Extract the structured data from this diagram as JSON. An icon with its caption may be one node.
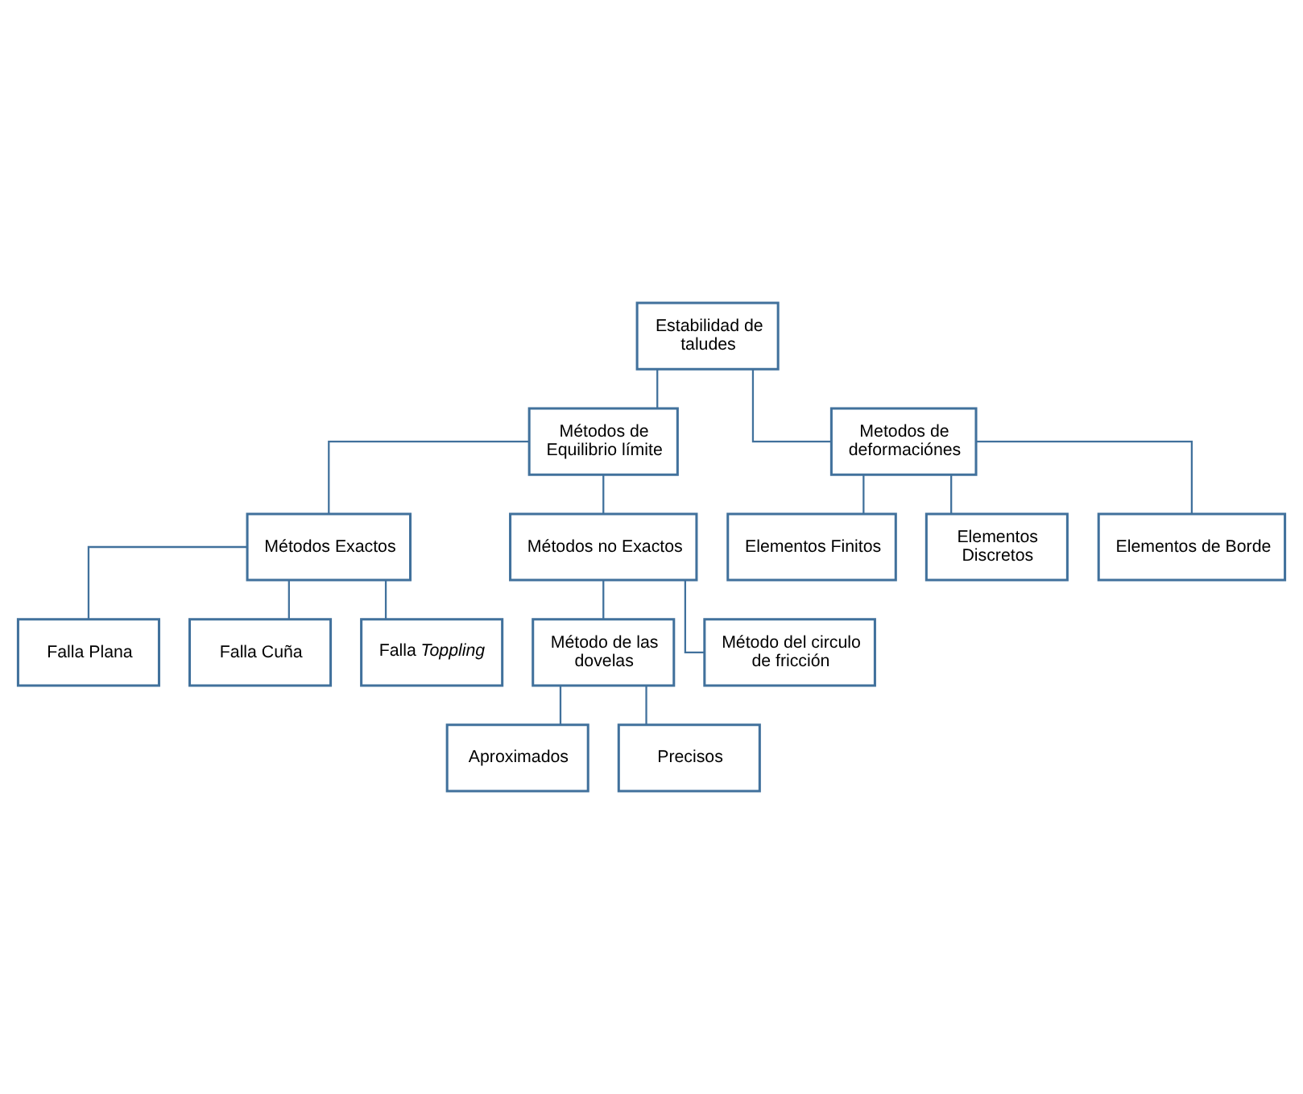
{
  "diagram": {
    "nodes": [
      {
        "text": [
          "Estabilidad de taludes"
        ]
      },
      {
        "text": [
          "Métodos de Equilibrio límite"
        ]
      },
      {
        "text": [
          "Metodos de deformaciónes"
        ]
      },
      {
        "text": [
          "Métodos Exactos"
        ]
      },
      {
        "text": [
          "Métodos no Exactos"
        ]
      },
      {
        "text": [
          "Falla Plana"
        ]
      },
      {
        "text": [
          "Falla Cuña"
        ]
      },
      {
        "text": [
          "Falla *Toppling*"
        ]
      },
      {
        "text": [
          "Método de las dovelas"
        ]
      },
      {
        "text": [
          "Método del circulo de fricción"
        ]
      },
      {
        "text": [
          "Aproximados"
        ]
      },
      {
        "text": [
          "Precisos"
        ]
      },
      {
        "text": [
          "Elementos Finitos"
        ]
      },
      {
        "text": [
          "Elementos Discretos"
        ]
      },
      {
        "text": [
          "Elementos de Borde"
        ]
      }
    ],
    "edges": [
      {
        "from": 0,
        "to": 1,
        "arrow": "none"
      },
      {
        "from": 0,
        "to": 2,
        "arrow": "none"
      },
      {
        "from": 1,
        "to": 3,
        "arrow": "none"
      },
      {
        "from": 1,
        "to": 4,
        "arrow": "none"
      },
      {
        "from": 3,
        "to": 5,
        "arrow": "none"
      },
      {
        "from": 3,
        "to": 6,
        "arrow": "none"
      },
      {
        "from": 3,
        "to": 7,
        "arrow": "none"
      },
      {
        "from": 4,
        "to": 8,
        "arrow": "none"
      },
      {
        "from": 4,
        "to": 9,
        "arrow": "none"
      },
      {
        "from": 8,
        "to": 10,
        "arrow": "none"
      },
      {
        "from": 8,
        "to": 11,
        "arrow": "none"
      },
      {
        "from": 2,
        "to": 12,
        "arrow": "none"
      },
      {
        "from": 2,
        "to": 13,
        "arrow": "none"
      },
      {
        "from": 2,
        "to": 14,
        "arrow": "none"
      }
    ]
  }
}
